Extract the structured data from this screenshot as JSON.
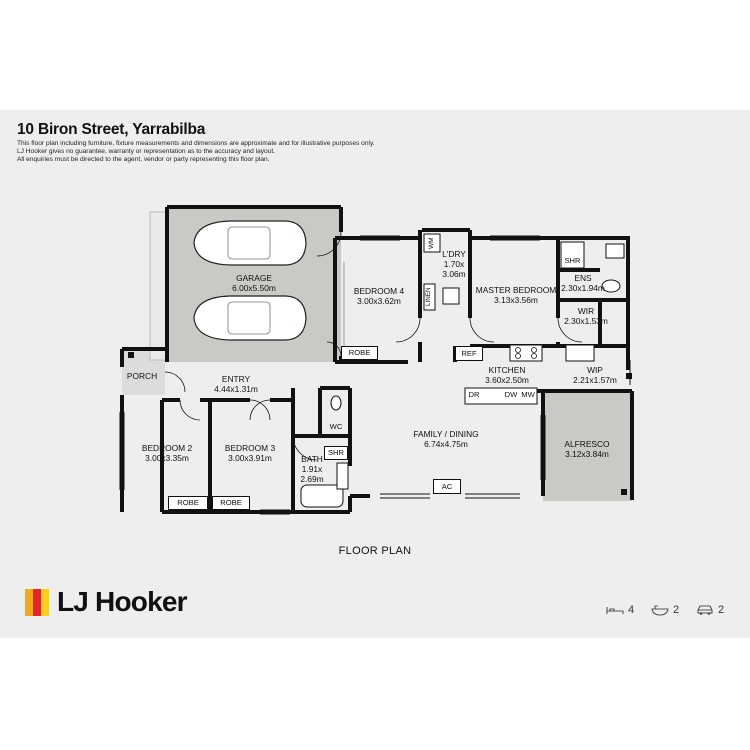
{
  "header": {
    "title": "10 Biron Street, Yarrabilba",
    "disclaimer": [
      "This floor plan including furniture, fixture measurements and dimensions are approximate and for illustrative purposes only.",
      "LJ Hooker gives no guarantee, warranty or representation as to the accuracy and layout.",
      "All enquiries must be directed to the agent, vendor or party representing this floor plan."
    ]
  },
  "rooms": {
    "garage": {
      "name": "GARAGE",
      "size": "6.00x5.50m"
    },
    "bedroom4": {
      "name": "BEDROOM 4",
      "size": "3.00x3.62m"
    },
    "laundry": {
      "name": "L'DRY",
      "size1": "1.70x",
      "size2": "3.06m"
    },
    "master": {
      "name": "MASTER BEDROOM",
      "size": "3.13x3.56m"
    },
    "ens": {
      "name": "ENS",
      "size": "2.30x1.94m"
    },
    "wir": {
      "name": "WIR",
      "size": "2.30x1.53m"
    },
    "porch": {
      "name": "PORCH"
    },
    "entry": {
      "name": "ENTRY",
      "size": "4.44x1.31m"
    },
    "kitchen": {
      "name": "KITCHEN",
      "size": "3.60x2.50m"
    },
    "wip": {
      "name": "WIP",
      "size": "2.21x1.57m"
    },
    "bedroom2": {
      "name": "BEDROOM 2",
      "size": "3.00x3.35m"
    },
    "bedroom3": {
      "name": "BEDROOM 3",
      "size": "3.00x3.91m"
    },
    "bath": {
      "name": "BATH",
      "size1": "1.91x",
      "size2": "2.69m"
    },
    "family": {
      "name": "FAMILY / DINING",
      "size": "6.74x4.75m"
    },
    "alfresco": {
      "name": "ALFRESCO",
      "size": "3.12x3.84m"
    }
  },
  "fixtures": {
    "wm": "WM",
    "linen": "LINEN",
    "shr_ens": "SHR",
    "shr_bath": "SHR",
    "wc": "WC",
    "robe_b4": "ROBE",
    "robe_b2": "ROBE",
    "robe_b3": "ROBE",
    "ref": "REF",
    "dr": "DR",
    "dw": "DW",
    "mw": "MW",
    "ac": "AC"
  },
  "caption": "FLOOR PLAN",
  "brand": {
    "name": "LJ Hooker",
    "colors": [
      "#f4a81d",
      "#e5242b",
      "#f7d117"
    ]
  },
  "features": {
    "bedrooms": "4",
    "bathrooms": "2",
    "car_spaces": "2",
    "icons": [
      "bed-icon",
      "bath-icon",
      "car-icon"
    ]
  },
  "colors": {
    "garage_fill": "#c8cac6",
    "alfresco_fill": "#c8cac6",
    "wall": "#111111",
    "background": "#eeeeee"
  }
}
